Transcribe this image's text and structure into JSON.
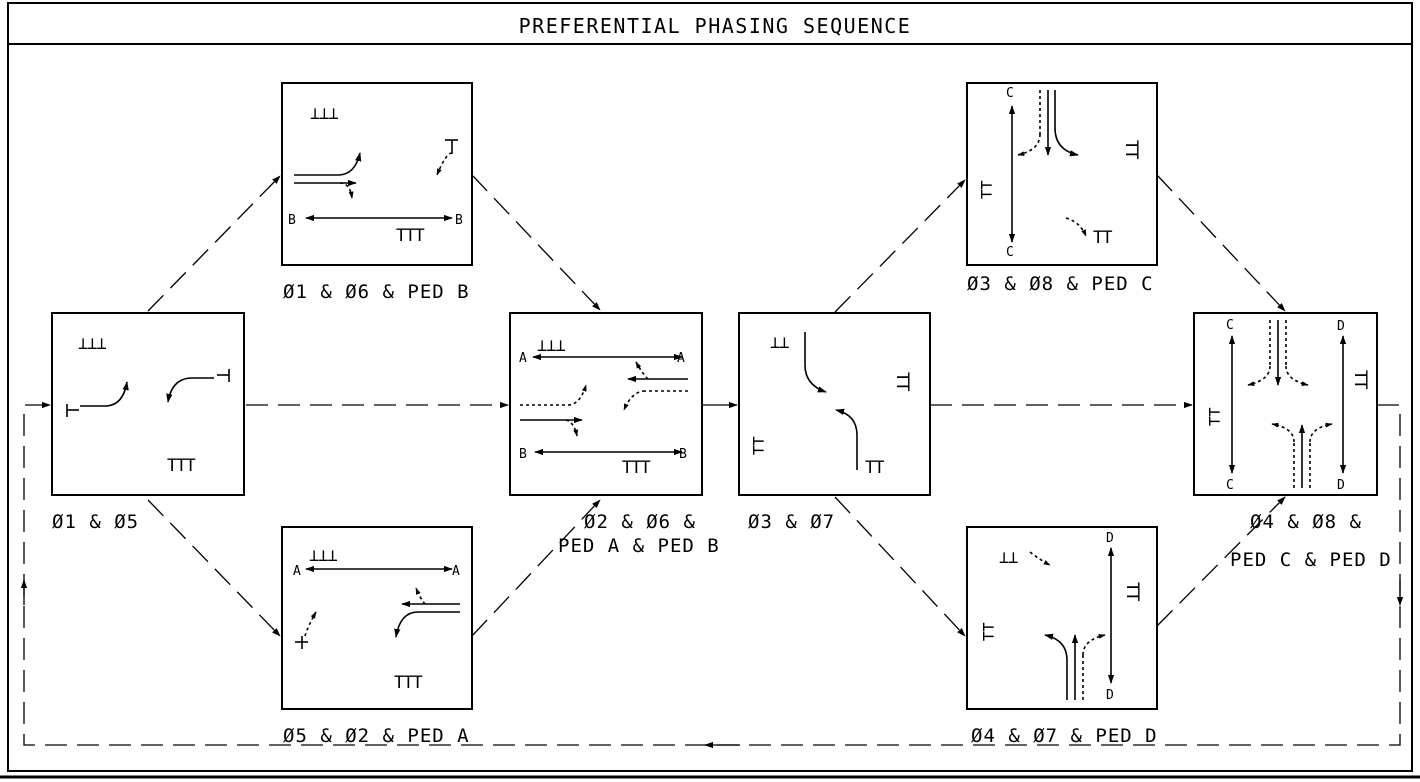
{
  "title": "PREFERENTIAL PHASING SEQUENCE",
  "captions": {
    "p15": "Ø1 & Ø5",
    "p16b": "Ø1 & Ø6 & PED B",
    "p52a": "Ø5 & Ø2 & PED A",
    "p26ab_1": "Ø2 & Ø6 &",
    "p26ab_2": "PED A & PED B",
    "p37": "Ø3 & Ø7",
    "p38c": "Ø3 & Ø8 & PED C",
    "p47d": "Ø4 & Ø7 & PED D",
    "p48cd_1": "Ø4 & Ø8 &",
    "p48cd_2": "PED C & PED D"
  },
  "symbols": {
    "down3": "⊥⊥⊥",
    "down2": "⊥⊥",
    "up3": "TTT",
    "up2": "TT",
    "single": "⊥"
  },
  "ped_labels": {
    "a": "A",
    "b": "B",
    "c": "C",
    "d": "D"
  }
}
